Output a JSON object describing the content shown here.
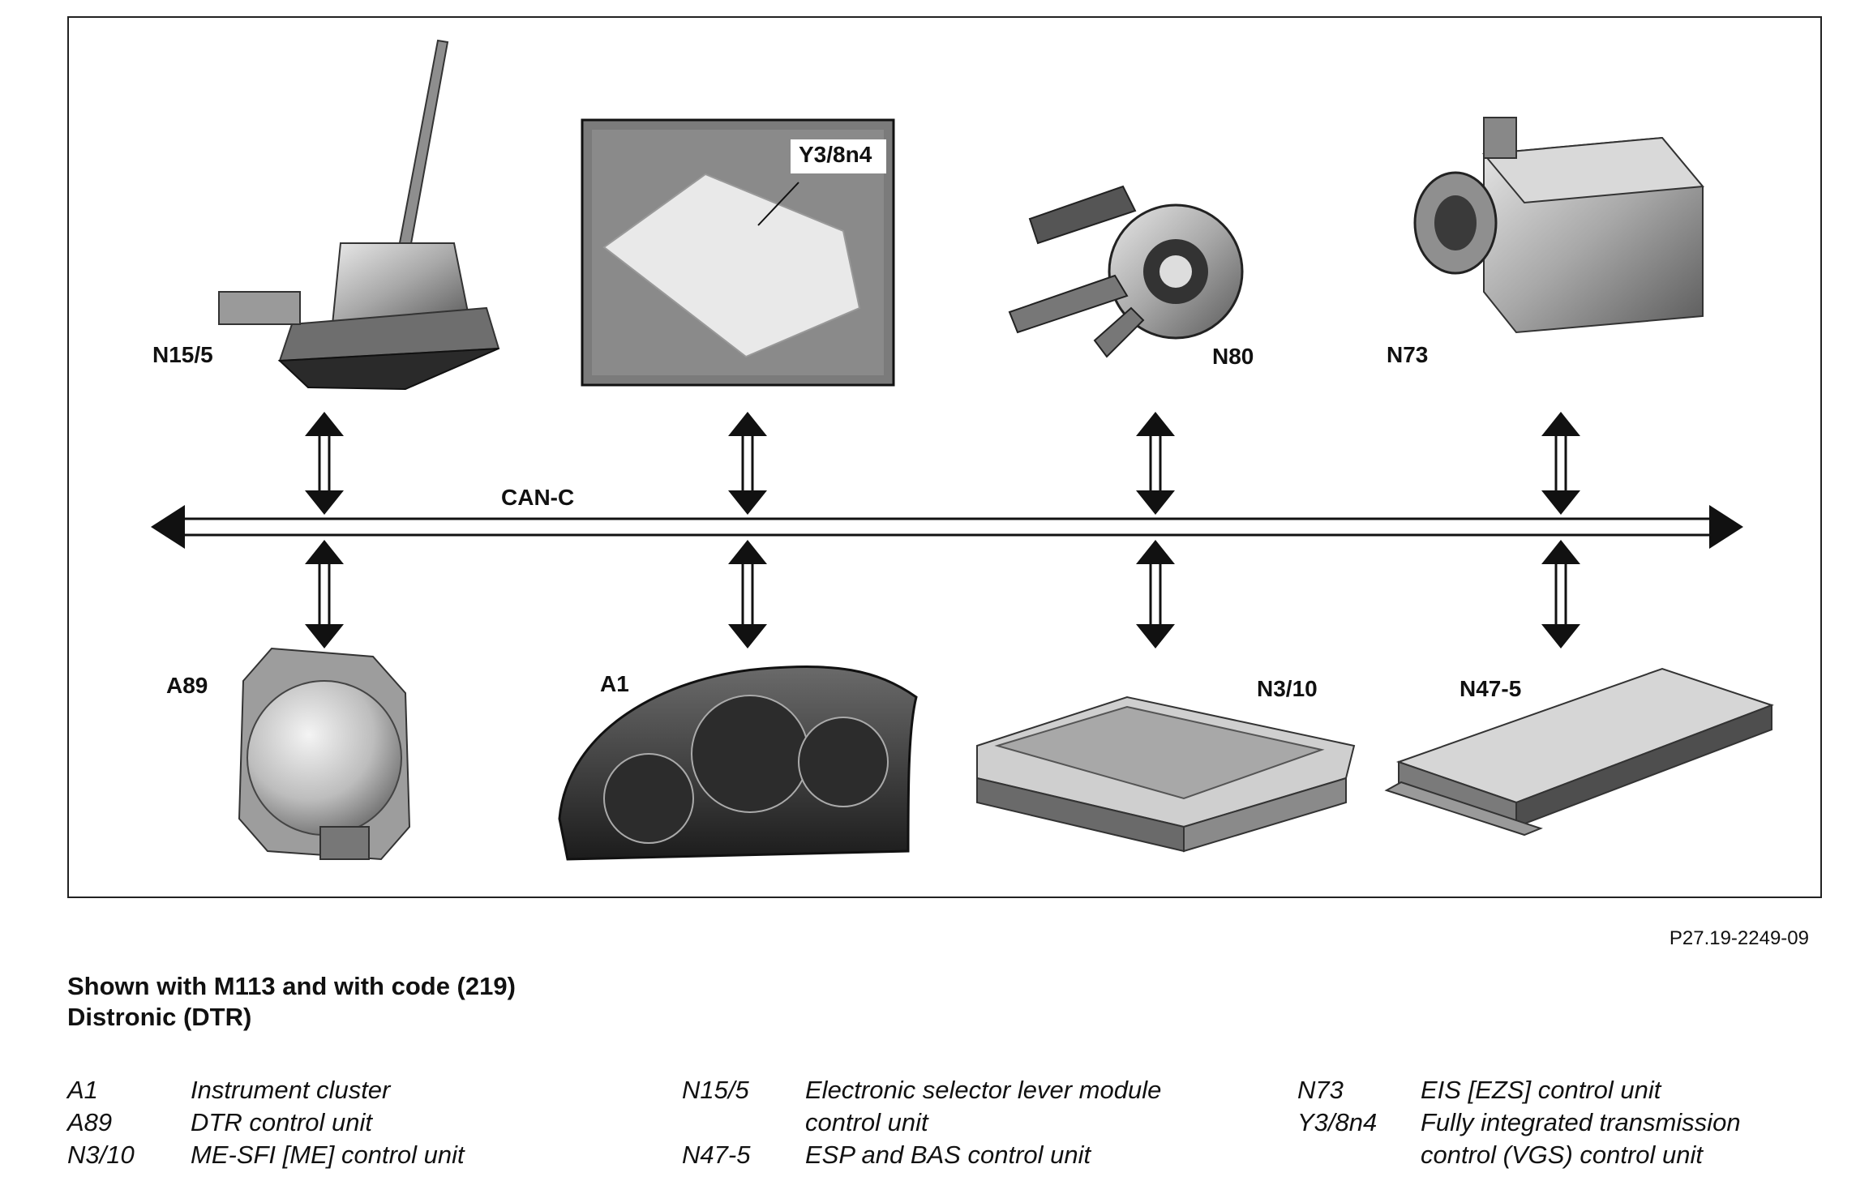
{
  "diagram": {
    "bus_label": "CAN-C",
    "upper_components": [
      {
        "code": "N15/5"
      },
      {
        "code": "Y3/8n4"
      },
      {
        "code": "N80"
      },
      {
        "code": "N73"
      }
    ],
    "lower_components": [
      {
        "code": "A89"
      },
      {
        "code": "A1"
      },
      {
        "code": "N3/10"
      },
      {
        "code": "N47-5"
      }
    ],
    "figure_id": "P27.19-2249-09"
  },
  "caption": {
    "line1": "Shown with M113 and with code (219)",
    "line2": "Distronic (DTR)"
  },
  "legend": {
    "col1": [
      {
        "code": "A1",
        "desc": "Instrument cluster"
      },
      {
        "code": "A89",
        "desc": "DTR control unit"
      },
      {
        "code": "N3/10",
        "desc": "ME-SFI [ME] control unit"
      }
    ],
    "col2": [
      {
        "code": "N15/5",
        "desc": "Electronic selector lever module",
        "desc2": "control unit"
      },
      {
        "code": "N47-5",
        "desc": "ESP and BAS control unit"
      }
    ],
    "col3": [
      {
        "code": "N73",
        "desc": "EIS [EZS] control unit"
      },
      {
        "code": "Y3/8n4",
        "desc": "Fully integrated transmission",
        "desc2": "control (VGS) control unit"
      }
    ]
  }
}
